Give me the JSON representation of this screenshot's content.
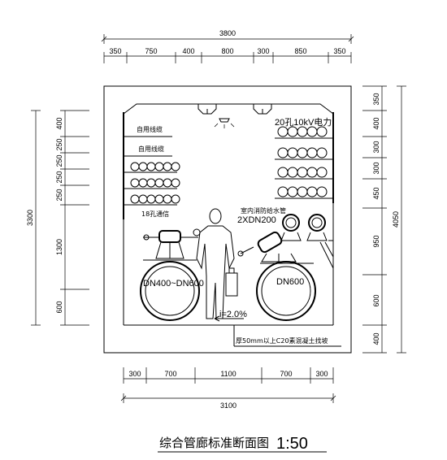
{
  "title": {
    "text": "综合管廊标准断面图",
    "scale": "1:50"
  },
  "top_dims": {
    "total": "3800",
    "segments": [
      "350",
      "750",
      "400",
      "800",
      "300",
      "850",
      "350"
    ]
  },
  "bottom_dims": {
    "total": "3100",
    "segments": [
      "300",
      "700",
      "1100",
      "700",
      "300"
    ]
  },
  "left_dims": {
    "total": "3300",
    "segments": [
      "400",
      "250",
      "250",
      "250",
      "250",
      "1300",
      "600"
    ]
  },
  "right_dims": {
    "total": "4050",
    "segments": [
      "350",
      "400",
      "300",
      "300",
      "450",
      "950",
      "600",
      "400"
    ]
  },
  "labels": {
    "cable_self_1": "自用线缆",
    "cable_self_2": "自用线缆",
    "comm_18": "18孔通信",
    "kv10_20": "20孔10kV电力",
    "fire_water_1": "室内消防给水管",
    "fire_water_2": "2XDN200",
    "pipe_left": "DN400~DN600",
    "pipe_right": "DN600",
    "slope": "i=2.0%",
    "floor_note": "厚50mm以上C20素混凝土找坡"
  }
}
